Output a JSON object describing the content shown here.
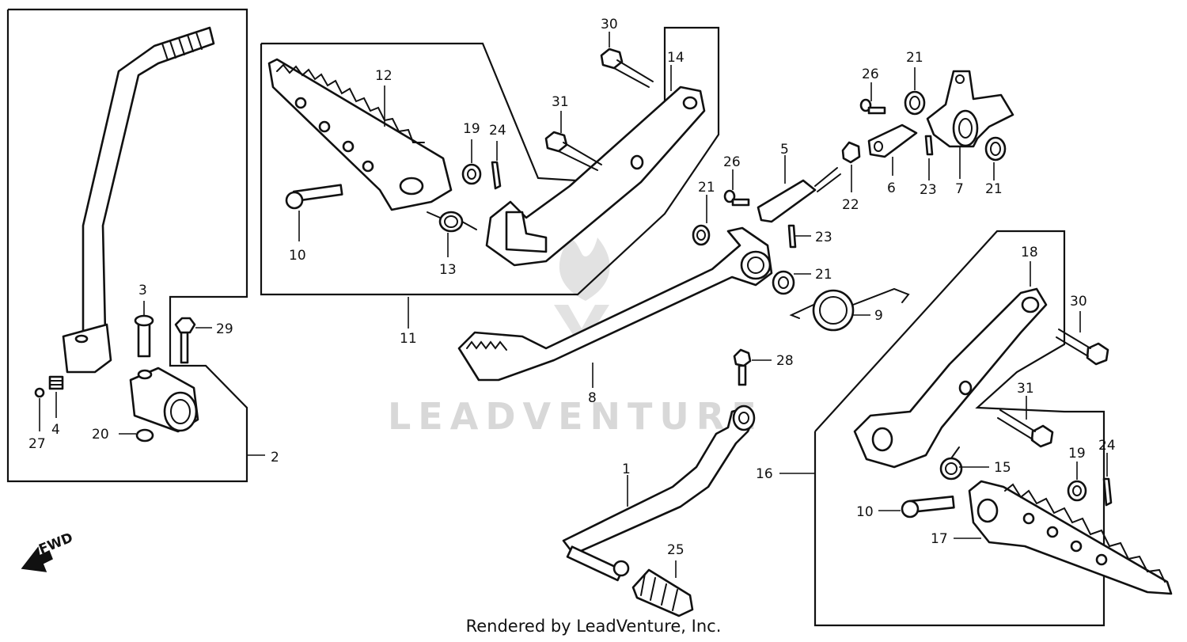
{
  "watermark": "LEADVENTURE",
  "footer": "Rendered by LeadVenture, Inc.",
  "fwd_label": "FWD",
  "callouts": {
    "n1": "1",
    "n2": "2",
    "n3": "3",
    "n4": "4",
    "n5": "5",
    "n6": "6",
    "n7": "7",
    "n8": "8",
    "n9": "9",
    "n10a": "10",
    "n10b": "10",
    "n11": "11",
    "n12": "12",
    "n13": "13",
    "n14": "14",
    "n15": "15",
    "n16": "16",
    "n17": "17",
    "n18": "18",
    "n19a": "19",
    "n19b": "19",
    "n20": "20",
    "n21a": "21",
    "n21b": "21",
    "n21c": "21",
    "n21d": "21",
    "n22": "22",
    "n23a": "23",
    "n23b": "23",
    "n24a": "24",
    "n24b": "24",
    "n25": "25",
    "n26a": "26",
    "n26b": "26",
    "n27": "27",
    "n28": "28",
    "n29": "29",
    "n30a": "30",
    "n30b": "30",
    "n31a": "31",
    "n31b": "31"
  }
}
